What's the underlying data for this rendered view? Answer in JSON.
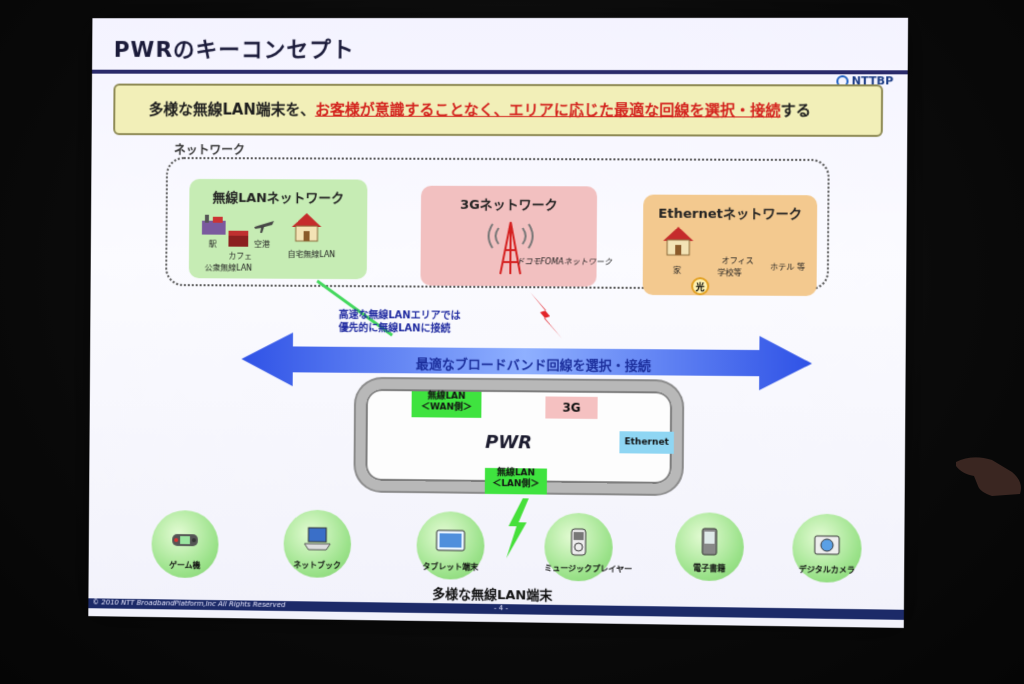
{
  "slide": {
    "title": "PWRのキーコンセプト",
    "logo": "NTTBP",
    "banner": {
      "pre": "多様な無線LAN端末を、",
      "highlight": "お客様が意識することなく、エリアに応じた最適な回線を選択・接続",
      "post": "する"
    },
    "network_label": "ネットワーク",
    "networks": [
      {
        "title": "無線LANネットワーク",
        "labels": [
          "駅",
          "空港",
          "カフェ",
          "自宅無線LAN",
          "公衆無線LAN"
        ]
      },
      {
        "title": "3Gネットワーク",
        "labels": [
          "ドコモFOMAネットワーク"
        ]
      },
      {
        "title": "Ethernetネットワーク",
        "labels": [
          "家",
          "オフィス",
          "学校等",
          "ホテル 等",
          "光"
        ]
      }
    ],
    "note_lines": [
      "高速な無線LANエリアでは",
      "優先的に無線LANに接続"
    ],
    "arrow_text": "最適なブロードバンド回線を選択・接続",
    "pwr": {
      "label": "PWR",
      "wan_line1": "無線LAN",
      "wan_line2": "＜WAN側＞",
      "g3": "3G",
      "ethernet": "Ethernet",
      "lan_line1": "無線LAN",
      "lan_line2": "＜LAN側＞"
    },
    "devices": [
      "ゲーム機",
      "ネットブック",
      "タブレット端末",
      "ミュージックプレイヤー",
      "電子書籍",
      "デジタルカメラ"
    ],
    "devices_caption": "多様な無線LAN端末",
    "copyright": "© 2010 NTT BroadbandPlatform,Inc All Rights Reserved",
    "page_number": "- 4 -"
  },
  "colors": {
    "title_rule": "#2a2a6a",
    "banner_bg": "#f2efb8",
    "highlight": "#d3221d",
    "wifi_box": "#c6ecb4",
    "g3_box": "#f2c0c0",
    "eth_box": "#f3c98f",
    "arrow": "#2f52e6",
    "lan_tag": "#3fe33f",
    "eth_tag": "#8fd6f3"
  }
}
